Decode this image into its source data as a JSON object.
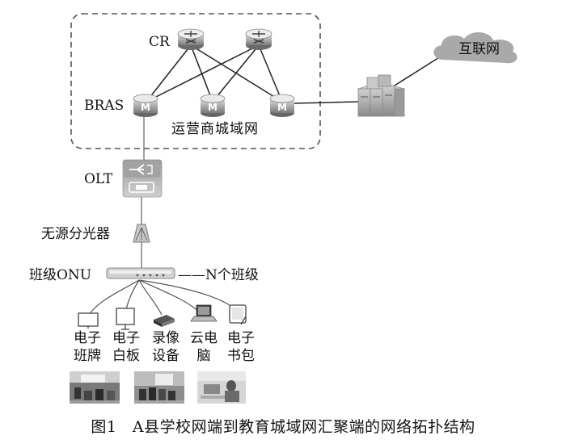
{
  "diagram": {
    "metro_label": "运营商城域网",
    "internet_label": "互联网",
    "cr_label": "CR",
    "bras_label": "BRAS",
    "olt_label": "OLT",
    "splitter_label": "无源分光器",
    "onu_label": "班级ONU",
    "n_classes_label": "——N个班级",
    "devices": [
      {
        "line1": "电子",
        "line2": "班牌",
        "icon": "monitor-icon"
      },
      {
        "line1": "电子",
        "line2": "白板",
        "icon": "whiteboard-icon"
      },
      {
        "line1": "录像",
        "line2": "设备",
        "icon": "recorder-icon"
      },
      {
        "line1": "云电",
        "line2": "脑",
        "icon": "laptop-icon"
      },
      {
        "line1": "电子",
        "line2": "书包",
        "icon": "tablet-icon"
      }
    ],
    "caption": "图1　A县学校网端到教育城域网汇聚端的网络拓扑结构"
  },
  "colors": {
    "device_light": "#d9d9d9",
    "device_dark": "#6f6f6f",
    "line": "#222222",
    "dashed_border": "#555555"
  }
}
